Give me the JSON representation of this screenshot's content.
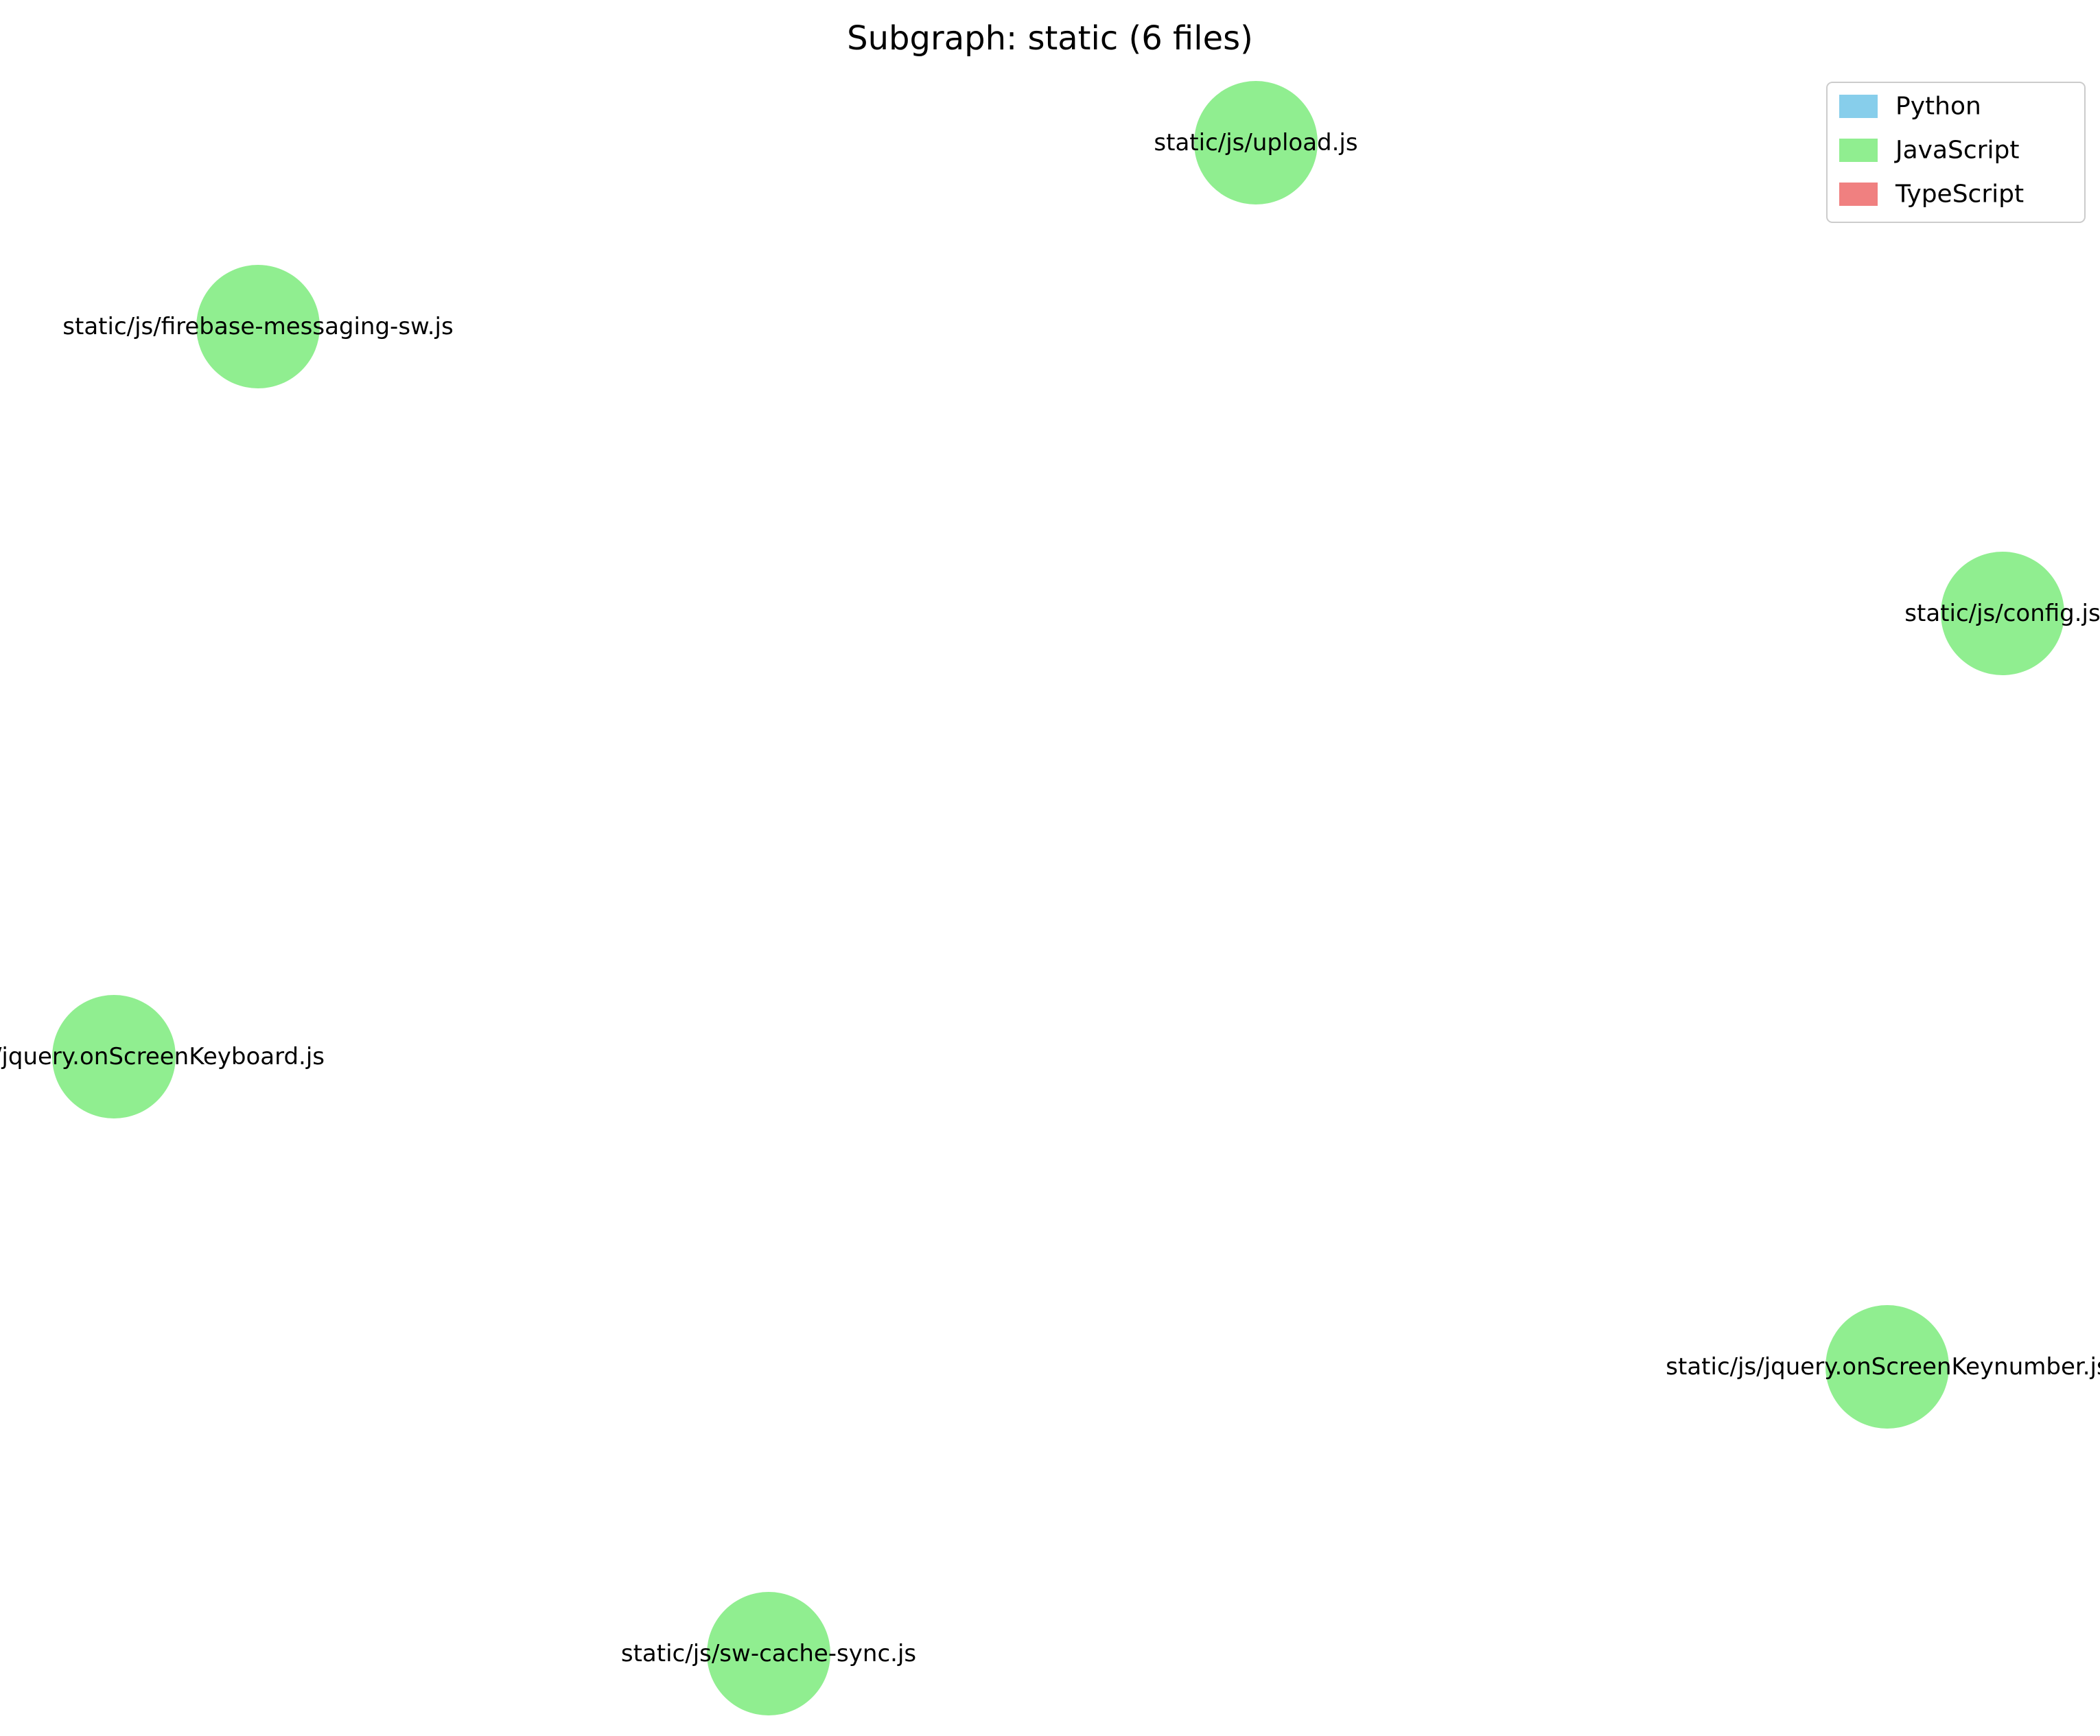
{
  "title": "Subgraph: static (6 files)",
  "legend": {
    "placement": "top-right",
    "entries": [
      {
        "label": "Python",
        "color": "#87ceeb"
      },
      {
        "label": "JavaScript",
        "color": "#90ee90"
      },
      {
        "label": "TypeScript",
        "color": "#f08080"
      }
    ]
  },
  "nodes": [
    {
      "id": "static/js/upload.js",
      "label": "static/js/upload.js",
      "language": "JavaScript"
    },
    {
      "id": "static/js/firebase-messaging-sw.js",
      "label": "static/js/firebase-messaging-sw.js",
      "language": "JavaScript"
    },
    {
      "id": "static/js/config.js",
      "label": "static/js/config.js",
      "language": "JavaScript"
    },
    {
      "id": "static/js/jquery.onScreenKeyboard.js",
      "label": "static/js/jquery.onScreenKeyboard.js",
      "language": "JavaScript"
    },
    {
      "id": "static/js/jquery.onScreenKeynumber.js",
      "label": "static/js/jquery.onScreenKeynumber.js",
      "language": "JavaScript"
    },
    {
      "id": "static/js/sw-cache-sync.js",
      "label": "static/js/sw-cache-sync.js",
      "language": "JavaScript"
    }
  ],
  "edges": []
}
